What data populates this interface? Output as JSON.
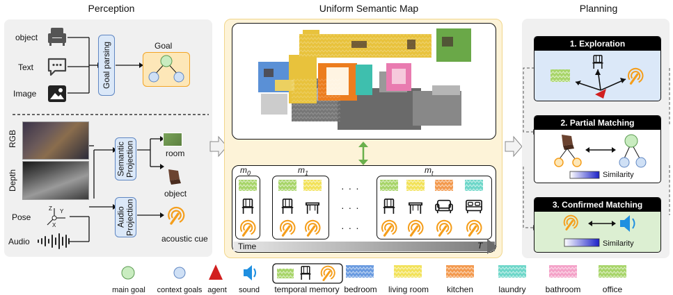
{
  "headers": {
    "perception": "Perception",
    "map": "Uniform Semantic Map",
    "planning": "Planning"
  },
  "goal_inputs": {
    "object": "object",
    "text": "Text",
    "image": "Image",
    "parsing": "Goal parsing",
    "goal": "Goal"
  },
  "sensors": {
    "rgb": "RGB",
    "depth": "Depth",
    "pose": "Pose",
    "audio": "Audio",
    "axis_z": "Z",
    "axis_y": "Y",
    "axis_x": "X"
  },
  "projections": {
    "semantic": "Semantic Projection",
    "audio": "Audio Projection",
    "room": "room",
    "object": "object",
    "acoustic": "acoustic cue"
  },
  "memory": {
    "m0": "m",
    "m0_sub": "0",
    "m1": "m",
    "m1_sub": "1",
    "mt": "m",
    "mt_sub": "t",
    "dots": "· · ·",
    "time": "Time",
    "T": "T"
  },
  "planning": {
    "exploration": "1. Exploration",
    "partial": "2. Partial Matching",
    "confirmed": "3. Confirmed Matching",
    "similarity": "Similarity"
  },
  "legend": {
    "main_goal": "main goal",
    "context_goals": "context goals",
    "agent": "agent",
    "sound": "sound",
    "temporal_memory": "temporal memory",
    "bedroom": "bedroom",
    "living_room": "living room",
    "kitchen": "kitchen",
    "laundry": "laundry",
    "bathroom": "bathroom",
    "office": "office"
  },
  "colors": {
    "bedroom": "#6a9be0",
    "living_room": "#f2e25a",
    "kitchen": "#f39a4f",
    "laundry": "#6ed7c9",
    "bathroom": "#f4a2c8",
    "office": "#a8d56a",
    "goal_green": "#c9ecc0",
    "goal_blue": "#cfe0f5",
    "agent": "#d11f1f",
    "sound": "#1f8fe0",
    "panel_yellow": "#fdf3d8",
    "orange": "#f59e1b"
  },
  "icons": [
    "sofa-icon",
    "chat-bubble-icon",
    "image-icon",
    "chair-icon",
    "table-icon",
    "couch-icon",
    "bed-icon",
    "acoustic-cue-icon",
    "speaker-icon",
    "agent-triangle-icon"
  ]
}
